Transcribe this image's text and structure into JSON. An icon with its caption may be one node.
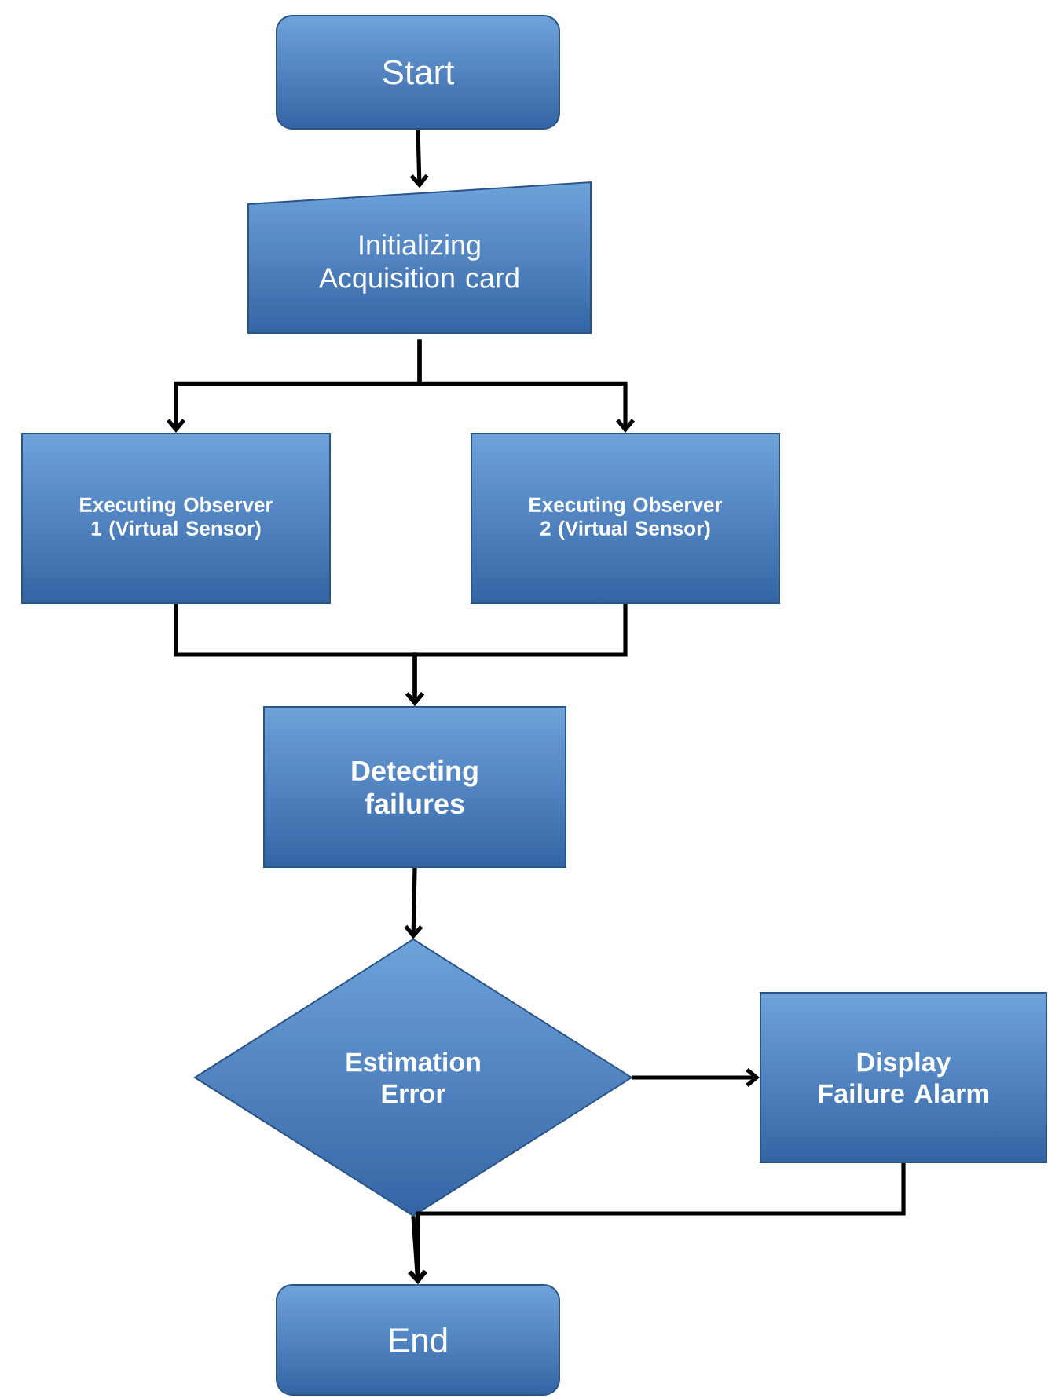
{
  "diagram": {
    "nodes": [
      {
        "text": [
          "Start"
        ]
      },
      {
        "text": [
          "Initializing Acquisition card"
        ]
      },
      {
        "text": [
          "Executing Observer 1 (Virtual Sensor)"
        ]
      },
      {
        "text": [
          "Executing Observer 2 (Virtual Sensor)"
        ]
      },
      {
        "text": [
          "Detecting failures"
        ]
      },
      {
        "text": [
          "Estimation Error"
        ]
      },
      {
        "text": [
          "Display Failure Alarm"
        ]
      },
      {
        "text": [
          "End"
        ]
      }
    ],
    "edges": [
      {
        "from": 0,
        "to": 1,
        "arrow": "to"
      },
      {
        "from": 1,
        "to": 2,
        "arrow": "to"
      },
      {
        "from": 1,
        "to": 3,
        "arrow": "to"
      },
      {
        "from": 2,
        "to": 4,
        "arrow": "to"
      },
      {
        "from": 3,
        "to": 4,
        "arrow": "to"
      },
      {
        "from": 4,
        "to": 5,
        "arrow": "to"
      },
      {
        "from": 5,
        "to": 6,
        "arrow": "to"
      },
      {
        "from": 5,
        "to": 7,
        "arrow": "to"
      },
      {
        "from": 6,
        "to": 7,
        "arrow": "to"
      }
    ]
  }
}
